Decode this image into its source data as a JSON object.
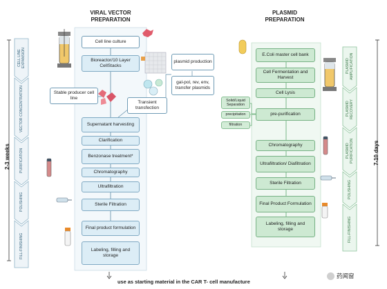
{
  "viral": {
    "title_line1": "VIRAL VECTOR",
    "title_line2": "PREPARATION",
    "duration": "2-3 weeks",
    "phases": [
      "CELL LINE EXPANSION",
      "VECTOR CONCENTRATION",
      "PURIFICATION",
      "POLISHING",
      "FILL-FINISHING"
    ],
    "steps": {
      "cell_line_culture": "Cell line culture",
      "bioreactor": "Bioreactor/10 Layer CellStacks",
      "stable_producer": "Stable producer cell line",
      "plasmid_production": "plasmid production",
      "transfer_plasmids": "gal-pol, rev, env, transfer plasmids",
      "transient_transfection": "Transient transfection",
      "supernatant": "Supernatant harvesting",
      "clarification": "Clarification",
      "benzonase": "Benzonase treatment*",
      "chromatography": "Chromatography",
      "ultrafiltration": "Ultrafiltration",
      "sterile_filtration": "Sterile Filtration",
      "final_product": "Final product formulation",
      "labeling": "Labeling, filling and storage"
    }
  },
  "plasmid": {
    "title_line1": "PLASMID",
    "title_line2": "PREPARATION",
    "duration": "7-10 days",
    "phases": [
      "PLASMID AMPLIFICATION",
      "PLASMID RECOVERY",
      "PLASMID PURIFICATION",
      "POLISHING",
      "FILL-FINISHING"
    ],
    "steps": {
      "ecoli_bank": "E.Coli master cell bank",
      "fermentation": "Cell Fermentation and Harvest",
      "cell_lysis": "Cell Lysis",
      "solid_liquid": "Solid/Liquid Separation",
      "precipitation": "precipitation",
      "filtration": "filtration",
      "prepurification": "pre-purification",
      "chromatography": "Chromatography",
      "ultrafiltration": "Ultrafiltration/ Diafiltration",
      "sterile_filtration": "Sterile Filtration",
      "final_product": "Final Product Formulation",
      "labeling": "Labeling, filling and storage"
    }
  },
  "footer": "use as starting material in the CAR T- cell manufacture",
  "watermark": "药闻窗"
}
